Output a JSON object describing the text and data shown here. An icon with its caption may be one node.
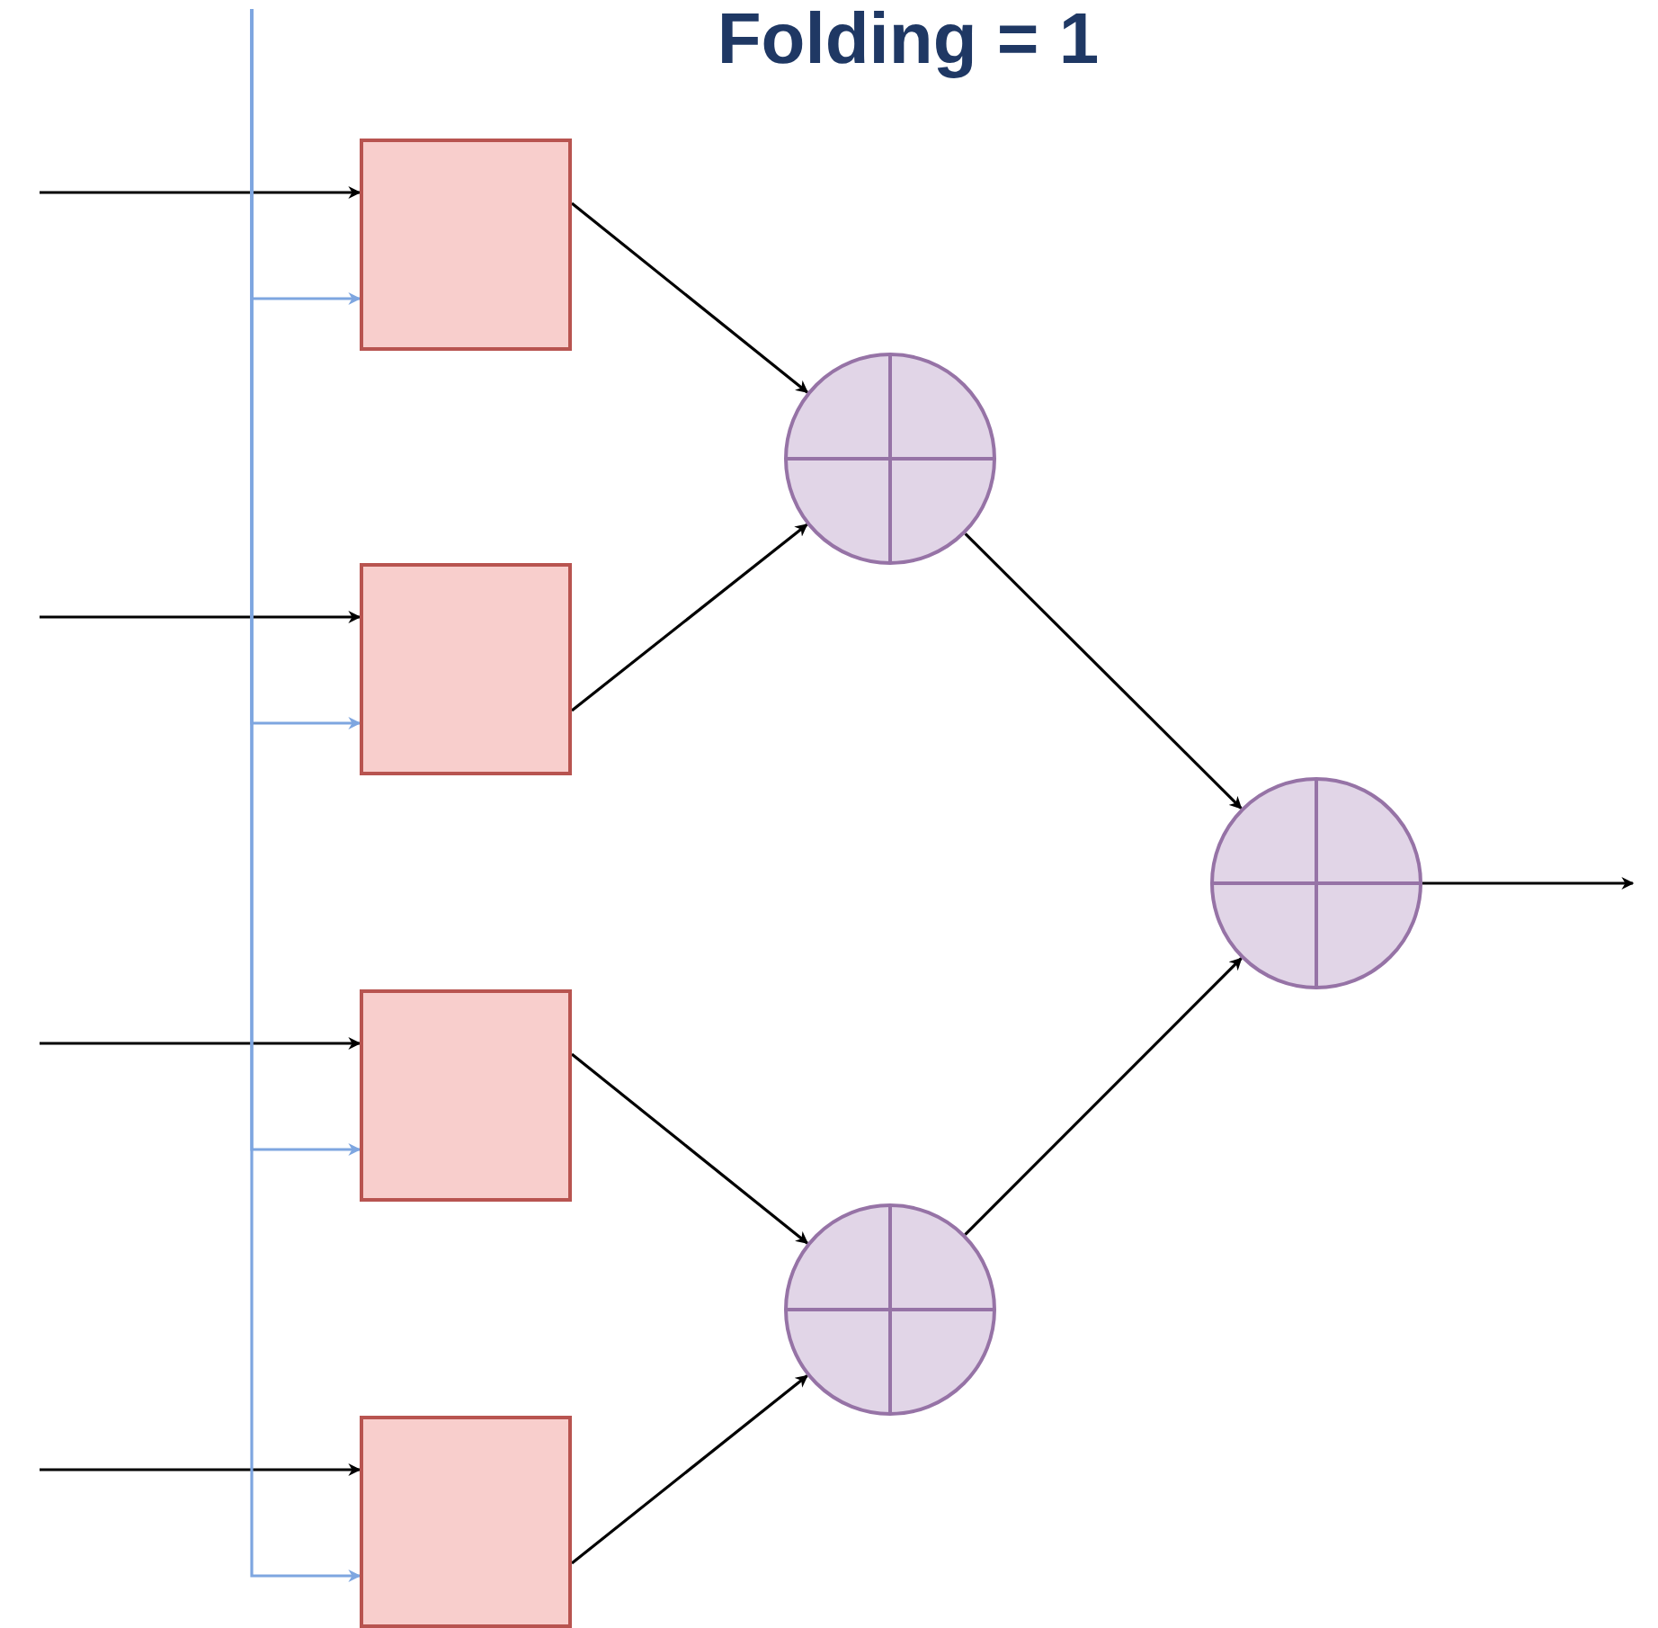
{
  "diagram": {
    "title": "Folding = 1",
    "nodes": [
      {
        "text": [],
        "shape": "box"
      },
      {
        "text": [],
        "shape": "box"
      },
      {
        "text": [],
        "shape": "box"
      },
      {
        "text": [],
        "shape": "box"
      },
      {
        "text": [],
        "shape": "circle"
      },
      {
        "text": [],
        "shape": "circle"
      },
      {
        "text": [],
        "shape": "circle"
      }
    ],
    "edges": [
      {
        "from": null,
        "to": 0,
        "arrow": "to"
      },
      {
        "from": null,
        "to": 0,
        "arrow": "to",
        "color": "#7ea6e0"
      },
      {
        "from": null,
        "to": 1,
        "arrow": "to"
      },
      {
        "from": null,
        "to": 1,
        "arrow": "to",
        "color": "#7ea6e0"
      },
      {
        "from": null,
        "to": 2,
        "arrow": "to"
      },
      {
        "from": null,
        "to": 2,
        "arrow": "to",
        "color": "#7ea6e0"
      },
      {
        "from": null,
        "to": 3,
        "arrow": "to"
      },
      {
        "from": null,
        "to": 3,
        "arrow": "to",
        "color": "#7ea6e0"
      },
      {
        "from": 0,
        "to": 4,
        "arrow": "to"
      },
      {
        "from": 1,
        "to": 4,
        "arrow": "to"
      },
      {
        "from": 2,
        "to": 6,
        "arrow": "to"
      },
      {
        "from": 3,
        "to": 6,
        "arrow": "to"
      },
      {
        "from": 4,
        "to": 5,
        "arrow": "to"
      },
      {
        "from": 6,
        "to": 5,
        "arrow": "to"
      },
      {
        "from": 5,
        "to": null,
        "arrow": "to"
      }
    ]
  }
}
